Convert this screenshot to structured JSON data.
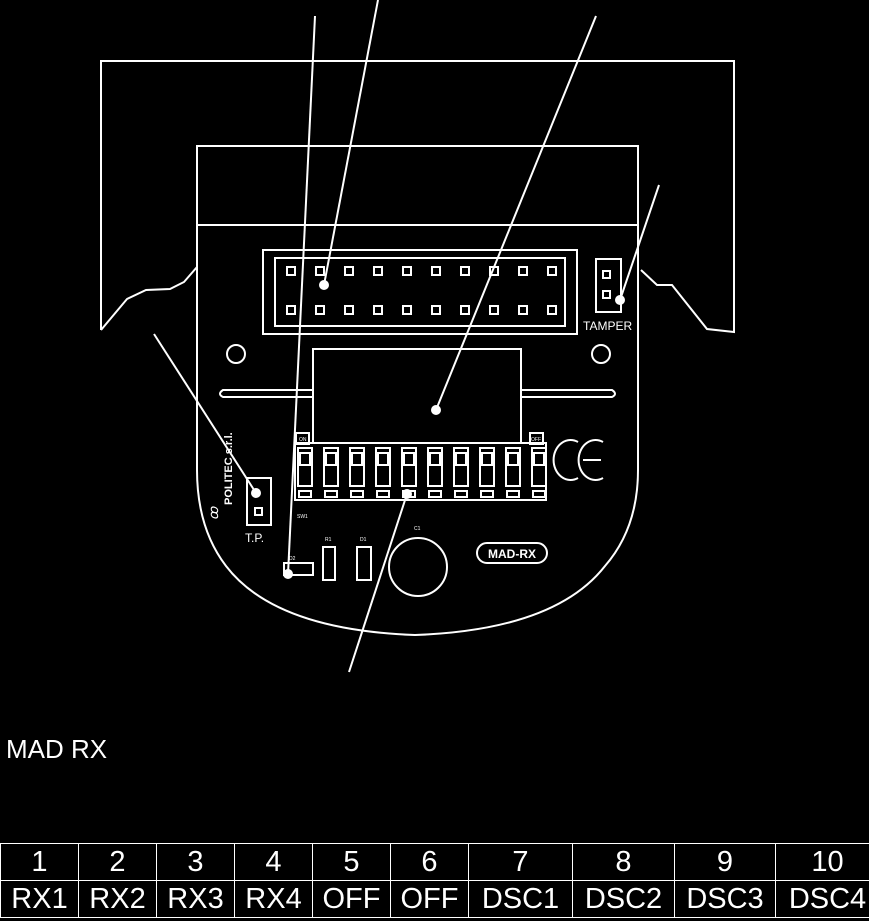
{
  "diagram": {
    "tamper_label": "TAMPER",
    "tp_label": "T.P.",
    "brand_label": "POLITEC s.r.l.",
    "model_badge": "MAD-RX",
    "ce_mark": "CE",
    "sw_label": "SW1",
    "on_label": "ON",
    "off_label": "OFF",
    "c1_label": "C1",
    "r1_label": "R1",
    "d1_label": "D1",
    "d2_label": "D2"
  },
  "title": "MAD RX",
  "dip_table": {
    "numbers": [
      "1",
      "2",
      "3",
      "4",
      "5",
      "6",
      "7",
      "8",
      "9",
      "10"
    ],
    "functions": [
      "RX1",
      "RX2",
      "RX3",
      "RX4",
      "OFF",
      "OFF",
      "DSC1",
      "DSC2",
      "DSC3",
      "DSC4"
    ]
  }
}
